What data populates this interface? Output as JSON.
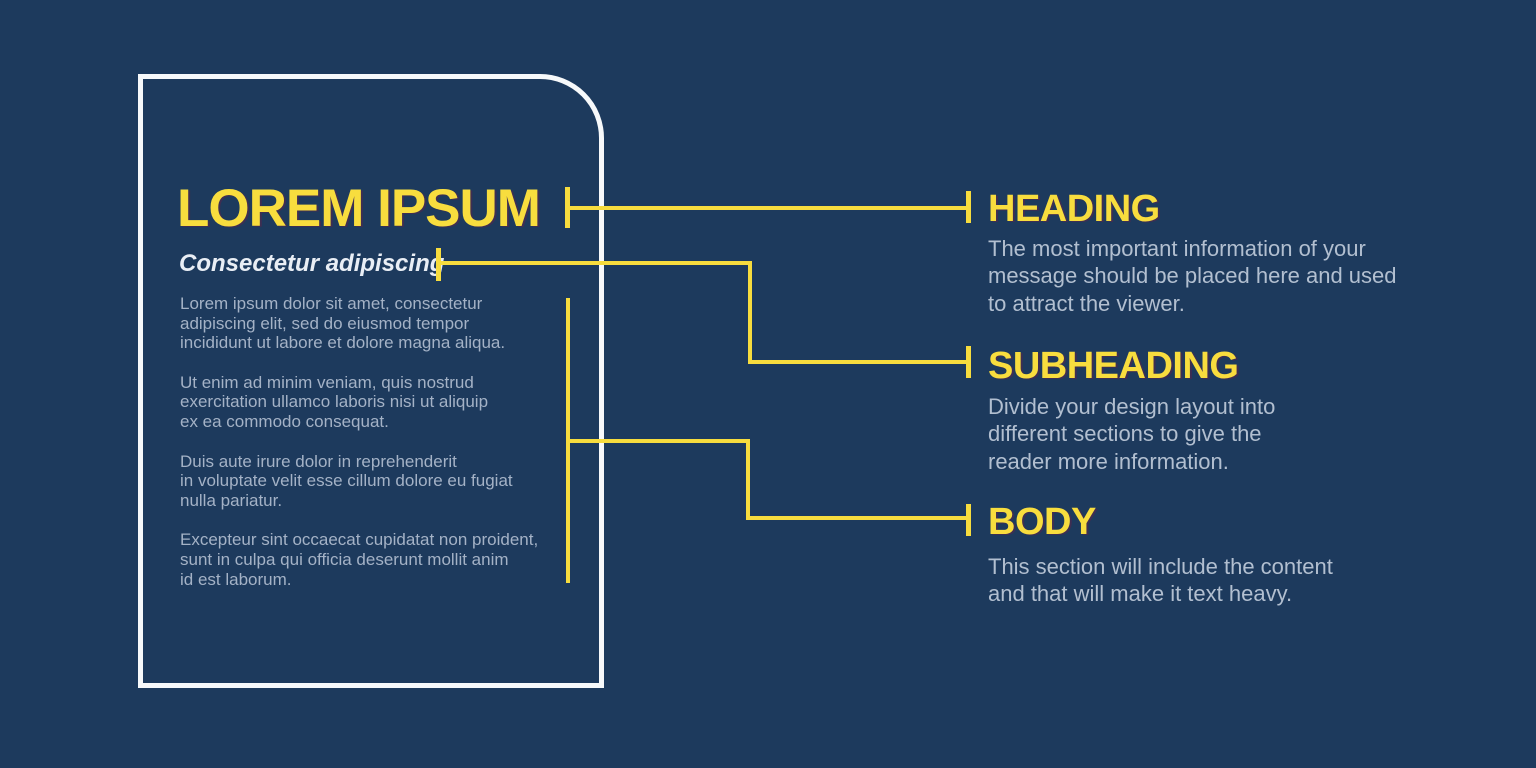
{
  "colors": {
    "background": "#1d3a5d",
    "accent_yellow": "#f7dc3e",
    "card_border_white": "#f7f9fb",
    "title_yellow": "#f8dd3e",
    "subtitle_white": "#e9eef5",
    "body_text": "#a4b2c6",
    "annotation_text": "#b2bfd0"
  },
  "card": {
    "title": "LOREM IPSUM",
    "subtitle": "Consectetur adipiscing",
    "paragraphs": [
      {
        "lines": [
          "Lorem ipsum dolor sit amet, consectetur",
          "adipiscing elit, sed do eiusmod tempor",
          "incididunt ut labore et dolore magna aliqua."
        ]
      },
      {
        "lines": [
          "Ut enim ad minim veniam, quis nostrud",
          "exercitation ullamco laboris nisi ut aliquip",
          "ex ea commodo consequat."
        ]
      },
      {
        "lines": [
          "Duis aute irure dolor in reprehenderit",
          "in voluptate velit esse cillum dolore eu fugiat",
          "nulla pariatur."
        ]
      },
      {
        "lines": [
          "Excepteur sint occaecat cupidatat non proident,",
          "sunt in culpa qui officia deserunt mollit anim",
          "id est laborum."
        ]
      }
    ]
  },
  "annotations": [
    {
      "label": "HEADING",
      "description_lines": [
        "The most important information of your",
        "message should be placed here and used",
        "to attract the viewer."
      ]
    },
    {
      "label": "SUBHEADING",
      "description_lines": [
        "Divide your design layout into",
        "different sections to give the",
        "reader more information."
      ]
    },
    {
      "label": "BODY",
      "description_lines": [
        "This section will include the content",
        "and that will make it text heavy."
      ]
    }
  ]
}
